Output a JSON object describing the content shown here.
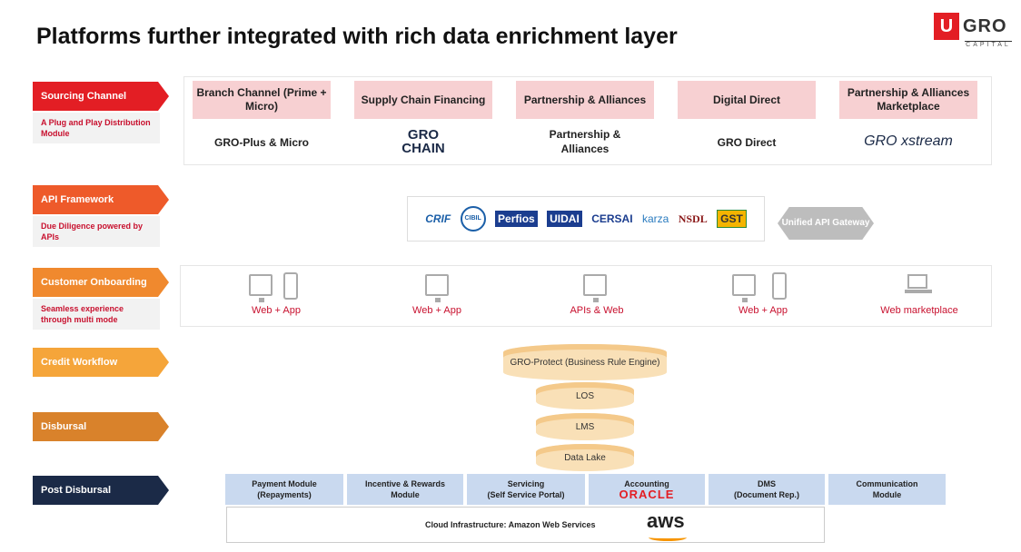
{
  "title": "Platforms further integrated with rich data enrichment layer",
  "logo": {
    "u": "U",
    "gro": "GRO",
    "capital": "CAPITAL"
  },
  "rows": {
    "sourcing": {
      "label": "Sourcing Channel",
      "desc": "A Plug and Play Distribution Module",
      "color": "#e31e24"
    },
    "api": {
      "label": "API Framework",
      "desc": "Due Diligence powered by APIs",
      "color": "#ee5a2a"
    },
    "onboarding": {
      "label": "Customer Onboarding",
      "desc": "Seamless experience through multi mode",
      "color": "#f0892e"
    },
    "credit": {
      "label": "Credit Workflow",
      "color": "#f5a53a"
    },
    "disbursal": {
      "label": "Disbursal",
      "color": "#d9822b"
    },
    "post": {
      "label": "Post Disbursal",
      "color": "#1b2a47"
    }
  },
  "channels": [
    {
      "header": "Branch Channel (Prime + Micro)",
      "value": "GRO-Plus & Micro"
    },
    {
      "header": "Supply Chain Financing",
      "value": "GRO CHAIN"
    },
    {
      "header": "Partnership & Alliances",
      "value": "Partnership & Alliances"
    },
    {
      "header": "Digital Direct",
      "value": "GRO Direct"
    },
    {
      "header": "Partnership & Alliances Marketplace",
      "value": "GRO xstream"
    }
  ],
  "api_logos": [
    "CRIF",
    "CIBIL",
    "Perfios",
    "UIDAI",
    "CERSAI",
    "karza",
    "NSDL",
    "GST"
  ],
  "gateway": "Unified API Gateway",
  "onboarding": [
    "Web + App",
    "Web + App",
    "APIs & Web",
    "Web + App",
    "Web marketplace"
  ],
  "workflow": {
    "engine": "GRO-Protect (Business Rule Engine)",
    "los": "LOS",
    "lms": "LMS",
    "lake": "Data Lake"
  },
  "post_modules": [
    {
      "line1": "Payment Module",
      "line2": "(Repayments)"
    },
    {
      "line1": "Incentive & Rewards",
      "line2": "Module"
    },
    {
      "line1": "Servicing",
      "line2": "(Self Service Portal)"
    },
    {
      "line1": "Accounting",
      "line2": "ORACLE"
    },
    {
      "line1": "DMS",
      "line2": "(Document Rep.)"
    },
    {
      "line1": "Communication",
      "line2": "Module"
    }
  ],
  "cloud": {
    "label": "Cloud Infrastructure: Amazon Web Services",
    "logo": "aws"
  }
}
